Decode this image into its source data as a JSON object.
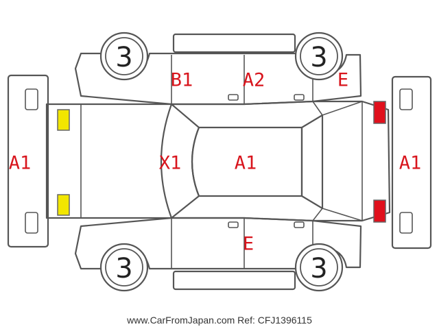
{
  "colors": {
    "outline": "#555555",
    "damage_code": "#d8141c",
    "wheel_number": "#222222",
    "front_lamp": "#f2e600",
    "rear_lamp": "#e0101c"
  },
  "wheels": {
    "front_left": "3",
    "rear_left": "3",
    "front_right": "3",
    "rear_right": "3"
  },
  "codes": {
    "front_bumper": "A1",
    "hood": "X1",
    "roof": "A1",
    "rear_bumper": "A1",
    "left_front_door": "B1",
    "left_rear_door": "A2",
    "left_rear_quarter": "E",
    "right_rear_door": "E"
  },
  "lamps": {
    "front": "yellow",
    "rear": "red"
  },
  "footer": {
    "text": "www.CarFromJapan.com Ref: CFJ1396115"
  }
}
